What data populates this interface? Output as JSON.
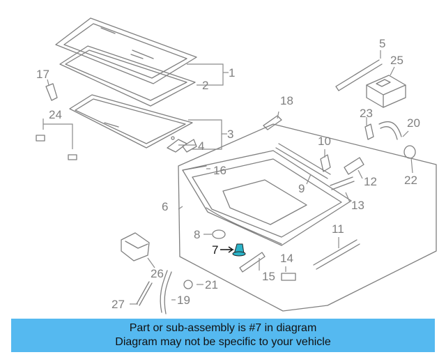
{
  "callouts": {
    "c1": "1",
    "c2": "2",
    "c3": "3",
    "c4": "4",
    "c5": "5",
    "c6": "6",
    "c7": "7",
    "c8": "8",
    "c9": "9",
    "c10": "10",
    "c11": "11",
    "c12": "12",
    "c13": "13",
    "c14": "14",
    "c15": "15",
    "c16": "16",
    "c17": "17",
    "c18": "18",
    "c19": "19",
    "c20": "20",
    "c21": "21",
    "c22": "22",
    "c23": "23",
    "c24": "24",
    "c25": "25",
    "c26": "26",
    "c27": "27"
  },
  "highlighted_part": "7",
  "colors": {
    "highlight": "#2bb3c8",
    "banner": "#55b9f0",
    "line": "#7f7f7f"
  },
  "banner": {
    "line1": "Part or sub-assembly is #7 in diagram",
    "line2": "Diagram may not be specific to your vehicle"
  }
}
